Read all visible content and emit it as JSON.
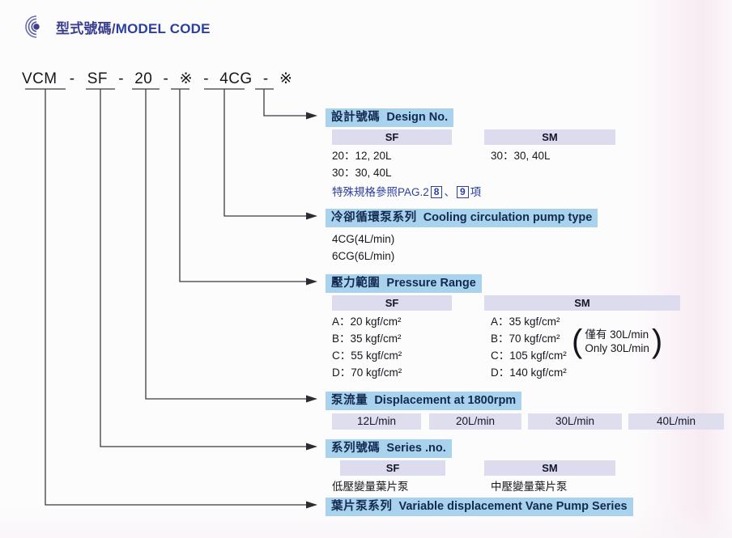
{
  "page": {
    "title_cn": "型式號碼",
    "title_sep": "/",
    "title_en": "MODEL CODE",
    "logo_icon": "concentric-circles-logo-icon",
    "accent_header": "#a9d2ec",
    "accent_sub": "#dcdcee",
    "accent_title": "#2b3fa0"
  },
  "model_code": {
    "full": "VCM - SF - 20 - ※ - 4CG - ※",
    "parts": [
      "VCM",
      "SF",
      "20",
      "※",
      "4CG",
      "※"
    ],
    "separator": "-"
  },
  "sections": [
    {
      "id": "design-no",
      "header_cn": "設計號碼",
      "header_en": "Design No.",
      "columns": [
        "SF",
        "SM"
      ],
      "sf_lines": [
        "20：12, 20L",
        "30：30, 40L"
      ],
      "sm_lines": [
        "30：30, 40L"
      ],
      "special_note_pre": "特殊規格參照PAG.2",
      "special_note_box1": "8",
      "special_note_mid": "、",
      "special_note_box2": "9",
      "special_note_post": "項"
    },
    {
      "id": "cooling-pump",
      "header_cn": "冷卻循環泵系列",
      "header_en": "Cooling circulation pump type",
      "lines": [
        "4CG(4L/min)",
        "6CG(6L/min)"
      ]
    },
    {
      "id": "pressure-range",
      "header_cn": "壓力範圍",
      "header_en": "Pressure Range",
      "columns": [
        "SF",
        "SM"
      ],
      "sf_lines": [
        "A：20 kgf/cm²",
        "B：35 kgf/cm²",
        "C：55 kgf/cm²",
        "D：70 kgf/cm²"
      ],
      "sm_lines": [
        "A：35   kgf/cm²",
        "B：70   kgf/cm²",
        "C：105 kgf/cm²",
        "D：140 kgf/cm²"
      ],
      "note_cn": "僅有  30L/min",
      "note_en": "Only 30L/min"
    },
    {
      "id": "displacement",
      "header_cn": "泵流量",
      "header_en": "Displacement at 1800rpm",
      "cells": [
        "12L/min",
        "20L/min",
        "30L/min",
        "40L/min"
      ]
    },
    {
      "id": "series-no",
      "header_cn": "系列號碼",
      "header_en": "Series .no.",
      "columns": [
        "SF",
        "SM"
      ],
      "sf_lines": [
        "低壓變量葉片泵"
      ],
      "sm_lines": [
        "中壓變量葉片泵"
      ]
    },
    {
      "id": "vane-pump-series",
      "header_cn": "葉片泵系列",
      "header_en": "Variable displacement Vane Pump Series"
    }
  ]
}
